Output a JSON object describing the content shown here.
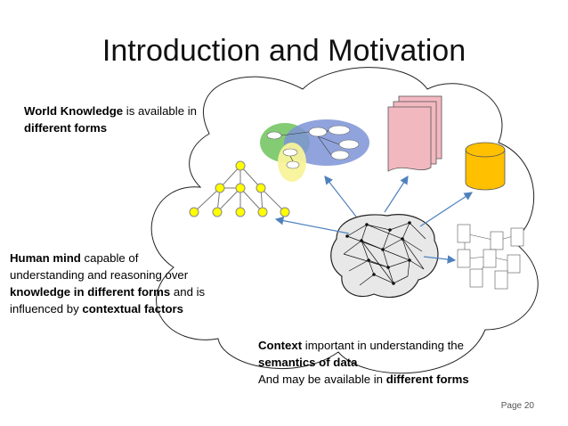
{
  "slide": {
    "title": "Introduction and Motivation",
    "page_number": "Page 20"
  },
  "world_knowledge": {
    "bold1": "World Knowledge",
    "text1": " is available in",
    "bold2": "different forms"
  },
  "human_mind": {
    "bold1": "Human mind",
    "text1": " capable of",
    "text2": "understanding and reasoning over",
    "bold2": "knowledge in different forms",
    "text3": " and is",
    "text4": "influenced by ",
    "bold3": "contextual factors"
  },
  "context": {
    "bold1": "Context",
    "text1": " important in understanding the",
    "bold2": "semantics of data",
    "text2": "And may be available in ",
    "bold3": "different forms"
  },
  "colors": {
    "tree_node": "#ffff00",
    "document": "#f2b8c0",
    "database": "#ffc000",
    "graph_blue": "#7c93d6",
    "graph_green": "#6ec35a",
    "graph_yellow": "#f8f39a",
    "arrow": "#4f81bd"
  }
}
